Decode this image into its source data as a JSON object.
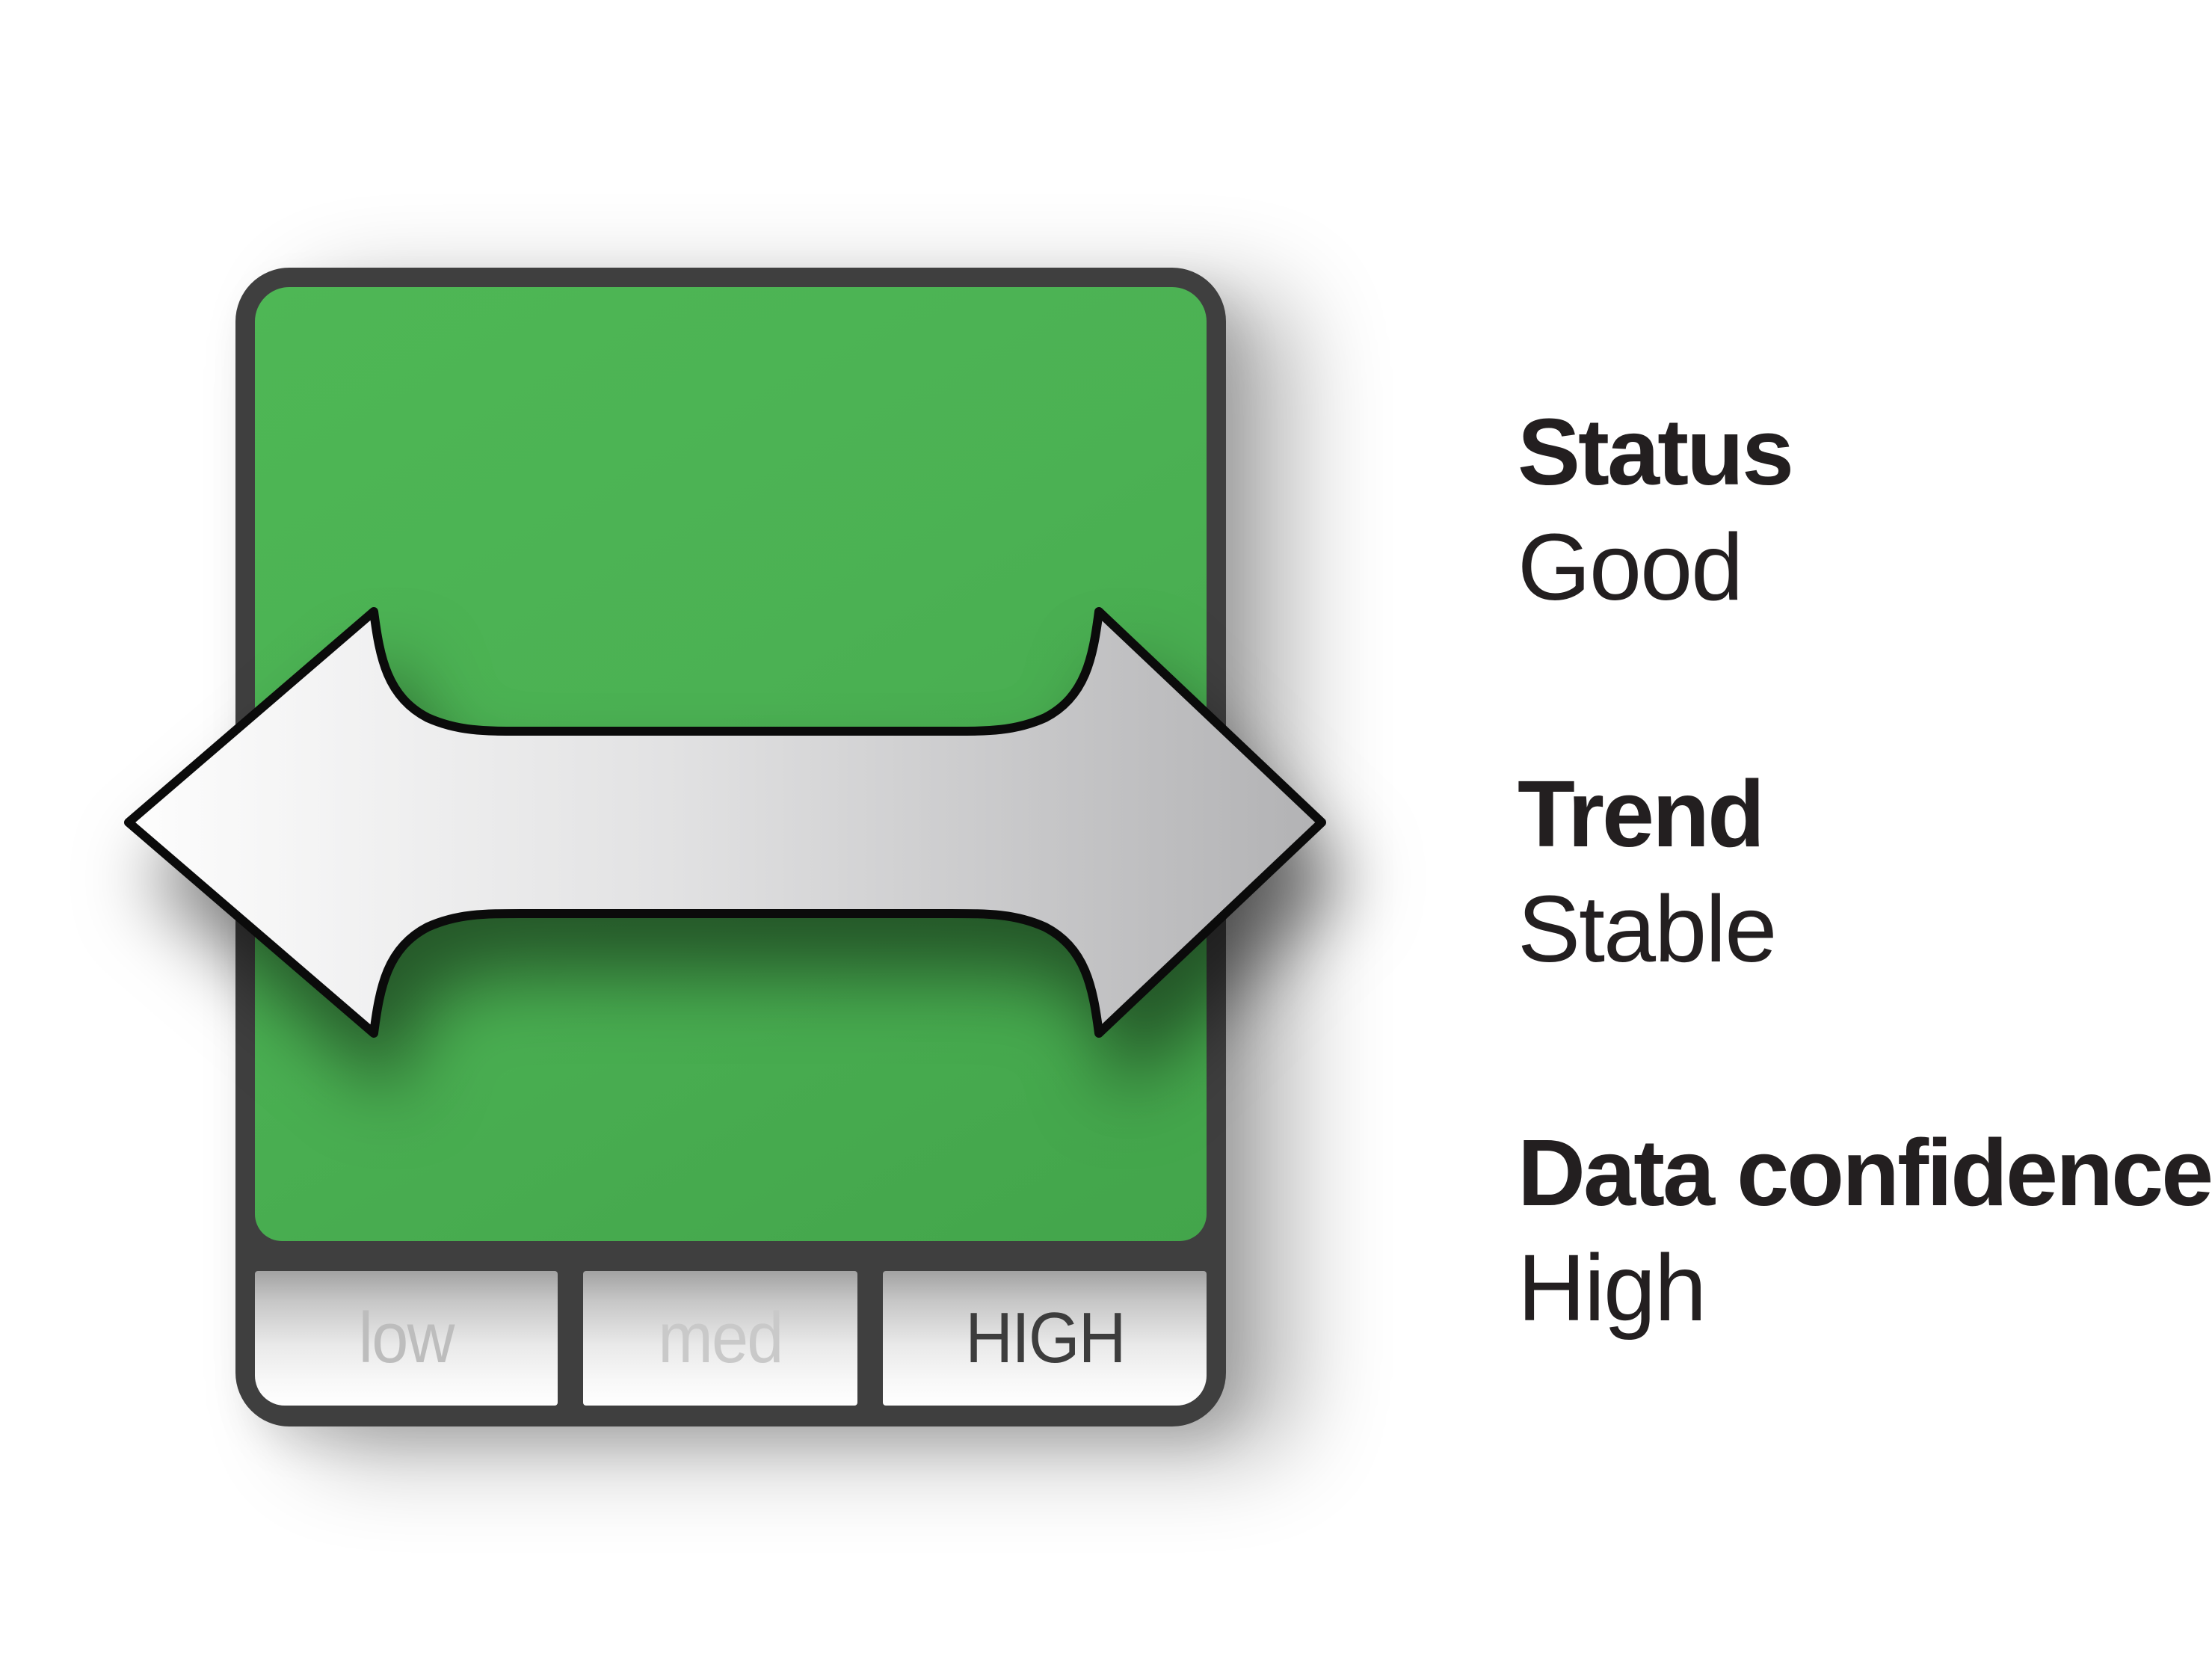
{
  "figure": {
    "type": "status-indicator-card",
    "icons": {
      "trend_arrow": "horizontal-double-arrow-icon",
      "trend_arrow_meaning": "Stable"
    },
    "colors": {
      "status_green": "#4bb153",
      "frame_gray": "#3f3f3f",
      "arrow_fill_light": "#fdfdfd",
      "arrow_fill_dark": "#b2b2b4",
      "text_black": "#231f20",
      "segment_inactive_text": "#bdbdbd",
      "segment_active_text": "#3d3d3d"
    }
  },
  "meter": {
    "name": "data-confidence-meter",
    "segments": [
      {
        "label": "low",
        "state": "inactive"
      },
      {
        "label": "med",
        "state": "inactive"
      },
      {
        "label": "HIGH",
        "state": "active"
      }
    ]
  },
  "legend": {
    "groups": [
      {
        "label": "Status",
        "value": "Good"
      },
      {
        "label": "Trend",
        "value": "Stable"
      },
      {
        "label": "Data confidence",
        "value": "High"
      }
    ]
  }
}
